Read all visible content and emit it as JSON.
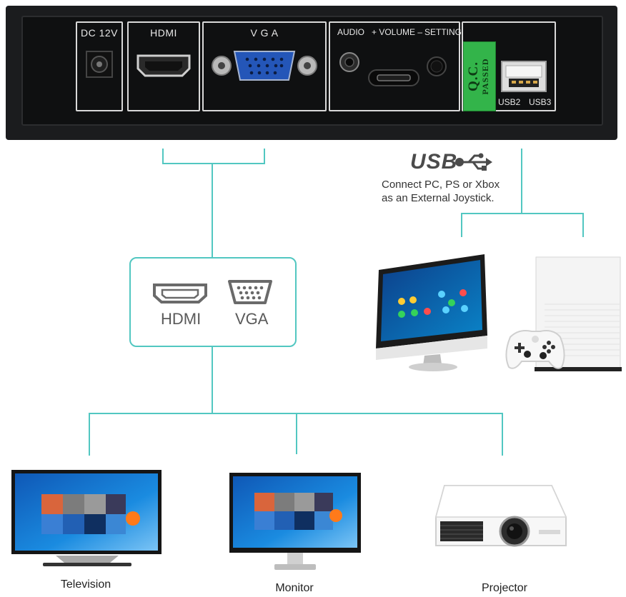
{
  "panel": {
    "ports": {
      "dc": "DC 12V",
      "hdmi": "HDMI",
      "vga": "V G A",
      "audio": "AUDIO",
      "volume": "+ VOLUME –",
      "setting": "SETTING",
      "usb2": "USB2",
      "usb3": "USB3"
    },
    "qc_sticker": {
      "line1": "Q.C.",
      "line2": "PASSED"
    }
  },
  "usb_section": {
    "title": "USB",
    "icon": "usb-icon",
    "description_line1": "Connect PC, PS or Xbox",
    "description_line2": "as an External Joystick."
  },
  "video_ports": {
    "hdmi_label": "HDMI",
    "vga_label": "VGA"
  },
  "outputs": {
    "television": "Television",
    "monitor": "Monitor",
    "projector": "Projector"
  },
  "colors": {
    "connector_line": "#52c7c1",
    "panel_bg": "#1b1c1e",
    "qc_green": "#33b44a"
  }
}
